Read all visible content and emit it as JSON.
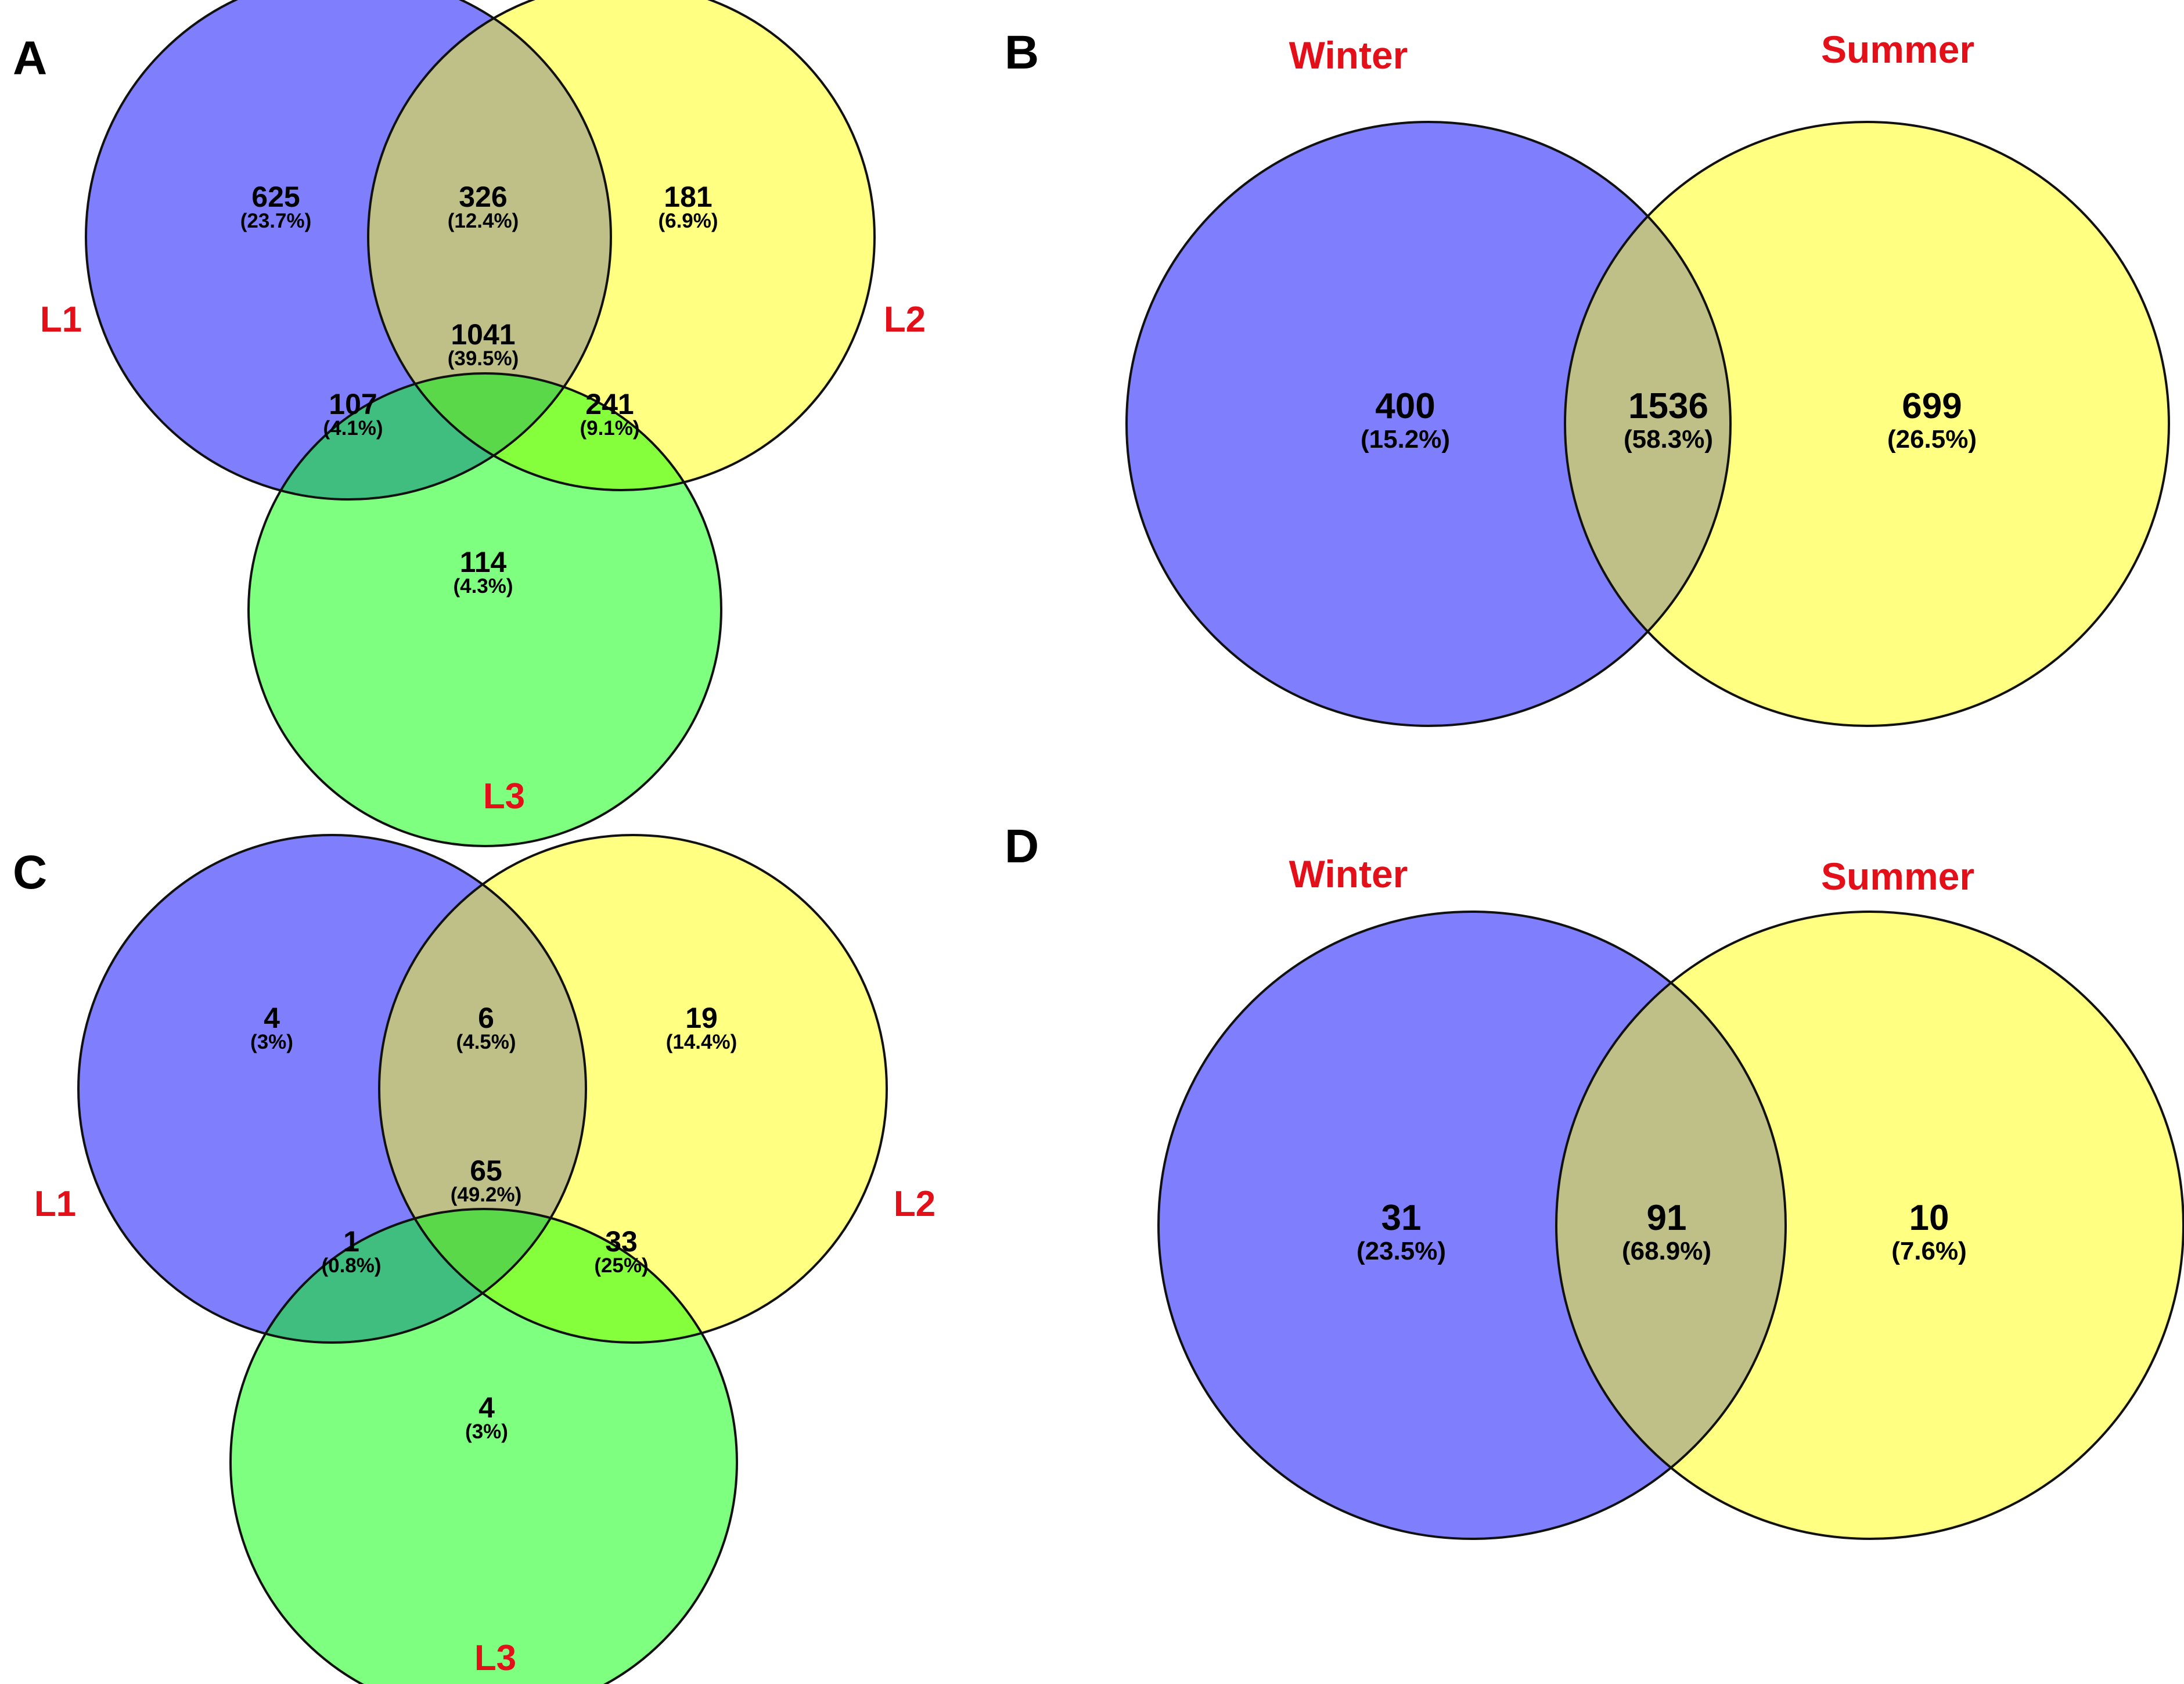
{
  "colors": {
    "blue": "#7f7ffe",
    "yellow": "#ffff81",
    "green": "#7fff7f",
    "blue_yellow": "#bfbf88",
    "blue_green": "#3fbe80",
    "yellow_green": "#85ff3b",
    "all_three": "#5ad84a",
    "label_red": "#e3101a"
  },
  "panels": [
    {
      "letter": "A",
      "type": "venn3",
      "sets": {
        "a": "L1",
        "b": "L2",
        "c": "L3"
      },
      "regions": {
        "a_only": {
          "count": "625",
          "pct": "(23.7%)"
        },
        "ab": {
          "count": "326",
          "pct": "(12.4%)"
        },
        "b_only": {
          "count": "181",
          "pct": "(6.9%)"
        },
        "abc": {
          "count": "1041",
          "pct": "(39.5%)"
        },
        "ac": {
          "count": "107",
          "pct": "(4.1%)"
        },
        "bc": {
          "count": "241",
          "pct": "(9.1%)"
        },
        "c_only": {
          "count": "114",
          "pct": "(4.3%)"
        }
      }
    },
    {
      "letter": "B",
      "type": "venn2",
      "sets": {
        "a": "Winter",
        "b": "Summer"
      },
      "regions": {
        "a_only": {
          "count": "400",
          "pct": "(15.2%)"
        },
        "ab": {
          "count": "1536",
          "pct": "(58.3%)"
        },
        "b_only": {
          "count": "699",
          "pct": "(26.5%)"
        }
      }
    },
    {
      "letter": "C",
      "type": "venn3",
      "sets": {
        "a": "L1",
        "b": "L2",
        "c": "L3"
      },
      "regions": {
        "a_only": {
          "count": "4",
          "pct": "(3%)"
        },
        "ab": {
          "count": "6",
          "pct": "(4.5%)"
        },
        "b_only": {
          "count": "19",
          "pct": "(14.4%)"
        },
        "abc": {
          "count": "65",
          "pct": "(49.2%)"
        },
        "ac": {
          "count": "1",
          "pct": "(0.8%)"
        },
        "bc": {
          "count": "33",
          "pct": "(25%)"
        },
        "c_only": {
          "count": "4",
          "pct": "(3%)"
        }
      }
    },
    {
      "letter": "D",
      "type": "venn2",
      "sets": {
        "a": "Winter",
        "b": "Summer"
      },
      "regions": {
        "a_only": {
          "count": "31",
          "pct": "(23.5%)"
        },
        "ab": {
          "count": "91",
          "pct": "(68.9%)"
        },
        "b_only": {
          "count": "10",
          "pct": "(7.6%)"
        }
      }
    }
  ]
}
